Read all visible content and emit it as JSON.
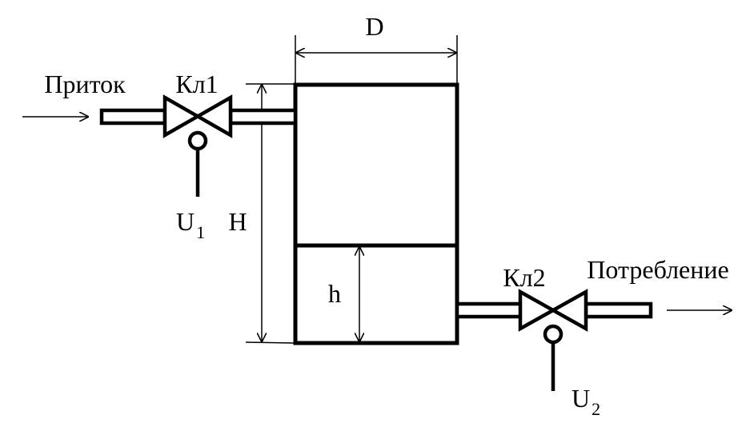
{
  "labels": {
    "inflow": "Приток",
    "outflow": "Потребление",
    "valve1": "Кл1",
    "valve2": "Кл2",
    "u1_main": "U",
    "u1_sub": "1",
    "u2_main": "U",
    "u2_sub": "2",
    "tank_height": "H",
    "level": "h",
    "diameter": "D"
  },
  "colors": {
    "stroke": "#000000",
    "background": "#ffffff"
  }
}
